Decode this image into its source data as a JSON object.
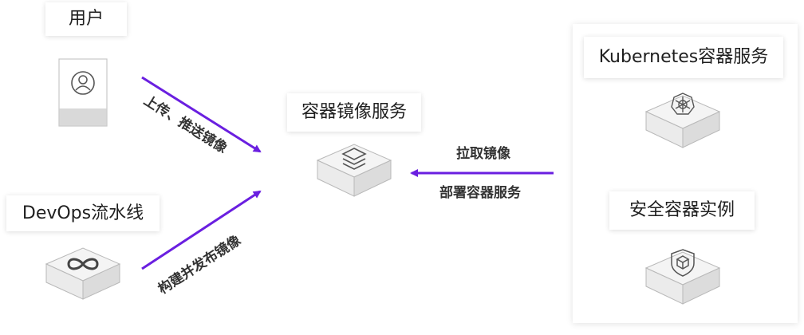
{
  "nodes": {
    "user": {
      "label": "用户",
      "icon": "user-icon"
    },
    "devops": {
      "label": "DevOps流水线",
      "icon": "infinity-icon"
    },
    "registry": {
      "label": "容器镜像服务",
      "icon": "layers-icon"
    },
    "kubernetes": {
      "label": "Kubernetes容器服务",
      "icon": "helm-wheel-icon"
    },
    "secure_container": {
      "label": "安全容器实例",
      "icon": "shield-box-icon"
    }
  },
  "edges": {
    "user_to_registry": "上传、推送镜像",
    "devops_to_registry": "构建并发布镜像",
    "pull": "拉取镜像",
    "deploy": "部署容器服务"
  },
  "colors": {
    "arrow": "#6a1fe0",
    "cube_top": "#f4f4f4",
    "cube_left": "#ebebeb",
    "cube_right": "#dcdcdc",
    "cube_stroke": "#b9b9b9",
    "icon": "#555555"
  }
}
